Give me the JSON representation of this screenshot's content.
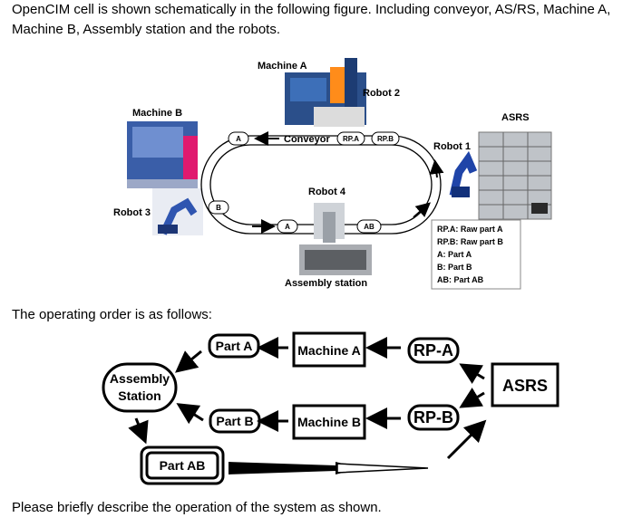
{
  "intro_text": "OpenCIM cell is shown schematically in the following figure. Including conveyor, AS/RS, Machine A, Machine B, Assembly station and the robots.",
  "order_text": "The operating order is as follows:",
  "question_text": "Please briefly describe the operation of the system as shown.",
  "figure": {
    "labels": {
      "machine_a": "Machine A",
      "machine_b": "Machine B",
      "robot_1": "Robot 1",
      "robot_2": "Robot 2",
      "robot_3": "Robot 3",
      "robot_4": "Robot 4",
      "asrs": "ASRS",
      "assembly_station": "Assembly station",
      "conveyor": "Conveyor"
    },
    "conveyor_tags": {
      "a_top": "A",
      "rpa": "RP.A",
      "rpb": "RP.B",
      "b_left": "B",
      "a_bottom": "A",
      "ab": "AB"
    },
    "legend": [
      "RP.A: Raw part A",
      "RP.B: Raw part B",
      "A: Part A",
      "B: Part B",
      "AB: Part AB"
    ]
  },
  "flow": {
    "part_a": "Part A",
    "machine_a": "Machine A",
    "rp_a": "RP-A",
    "asrs": "ASRS",
    "assembly_line1": "Assembly",
    "assembly_line2": "Station",
    "part_b": "Part B",
    "machine_b": "Machine B",
    "rp_b": "RP-B",
    "part_ab": "Part AB"
  }
}
